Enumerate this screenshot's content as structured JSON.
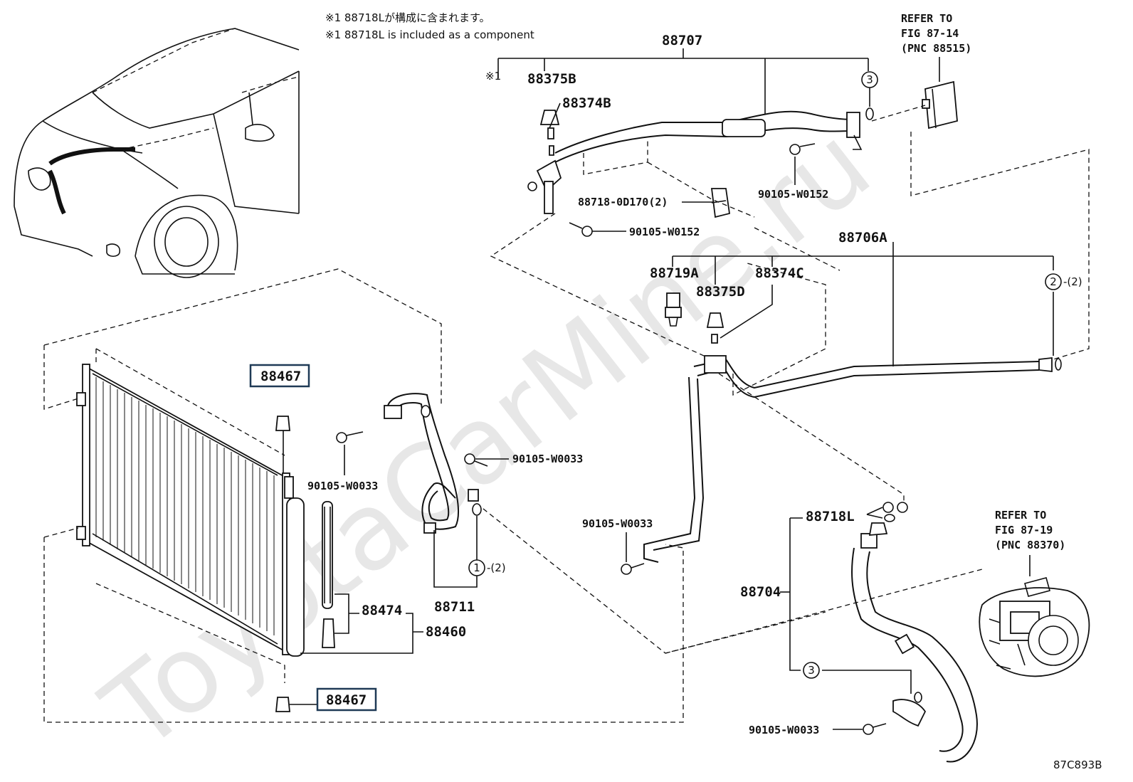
{
  "notes": {
    "jp": "※1 88718Lが構成に含まれます。",
    "en": "※1 88718L is included as a component"
  },
  "watermark": "ToyotaCarMine.ru",
  "diagram_code": "87C893B",
  "mark_1": "※1",
  "refs": {
    "top": {
      "line1": "REFER TO",
      "line2": "FIG 87-14",
      "line3": "(PNC 88515)"
    },
    "right": {
      "line1": "REFER TO",
      "line2": "FIG 87-19",
      "line3": "(PNC 88370)"
    }
  },
  "labels": {
    "p88707": "88707",
    "p88375B": "88375B",
    "p88374B": "88374B",
    "p88718_0D170": "88718-0D170(2)",
    "bolt_w0152_a": "90105-W0152",
    "bolt_w0152_b": "90105-W0152",
    "p88706A": "88706A",
    "p88719A": "88719A",
    "p88375D": "88375D",
    "p88374C": "88374C",
    "p88467_top": "88467",
    "p88467_bottom": "88467",
    "bolt_w0033_a": "90105-W0033",
    "bolt_w0033_b": "90105-W0033",
    "bolt_w0033_c": "90105-W0033",
    "bolt_w0033_d": "90105-W0033",
    "p88474": "88474",
    "p88460": "88460",
    "p88711": "88711",
    "p88718L": "88718L",
    "p88704": "88704"
  },
  "callouts": {
    "c1": "1",
    "c1_qty": "-(2)",
    "c2": "2",
    "c2_qty": "-(2)",
    "c3a": "3",
    "c3b": "3"
  }
}
